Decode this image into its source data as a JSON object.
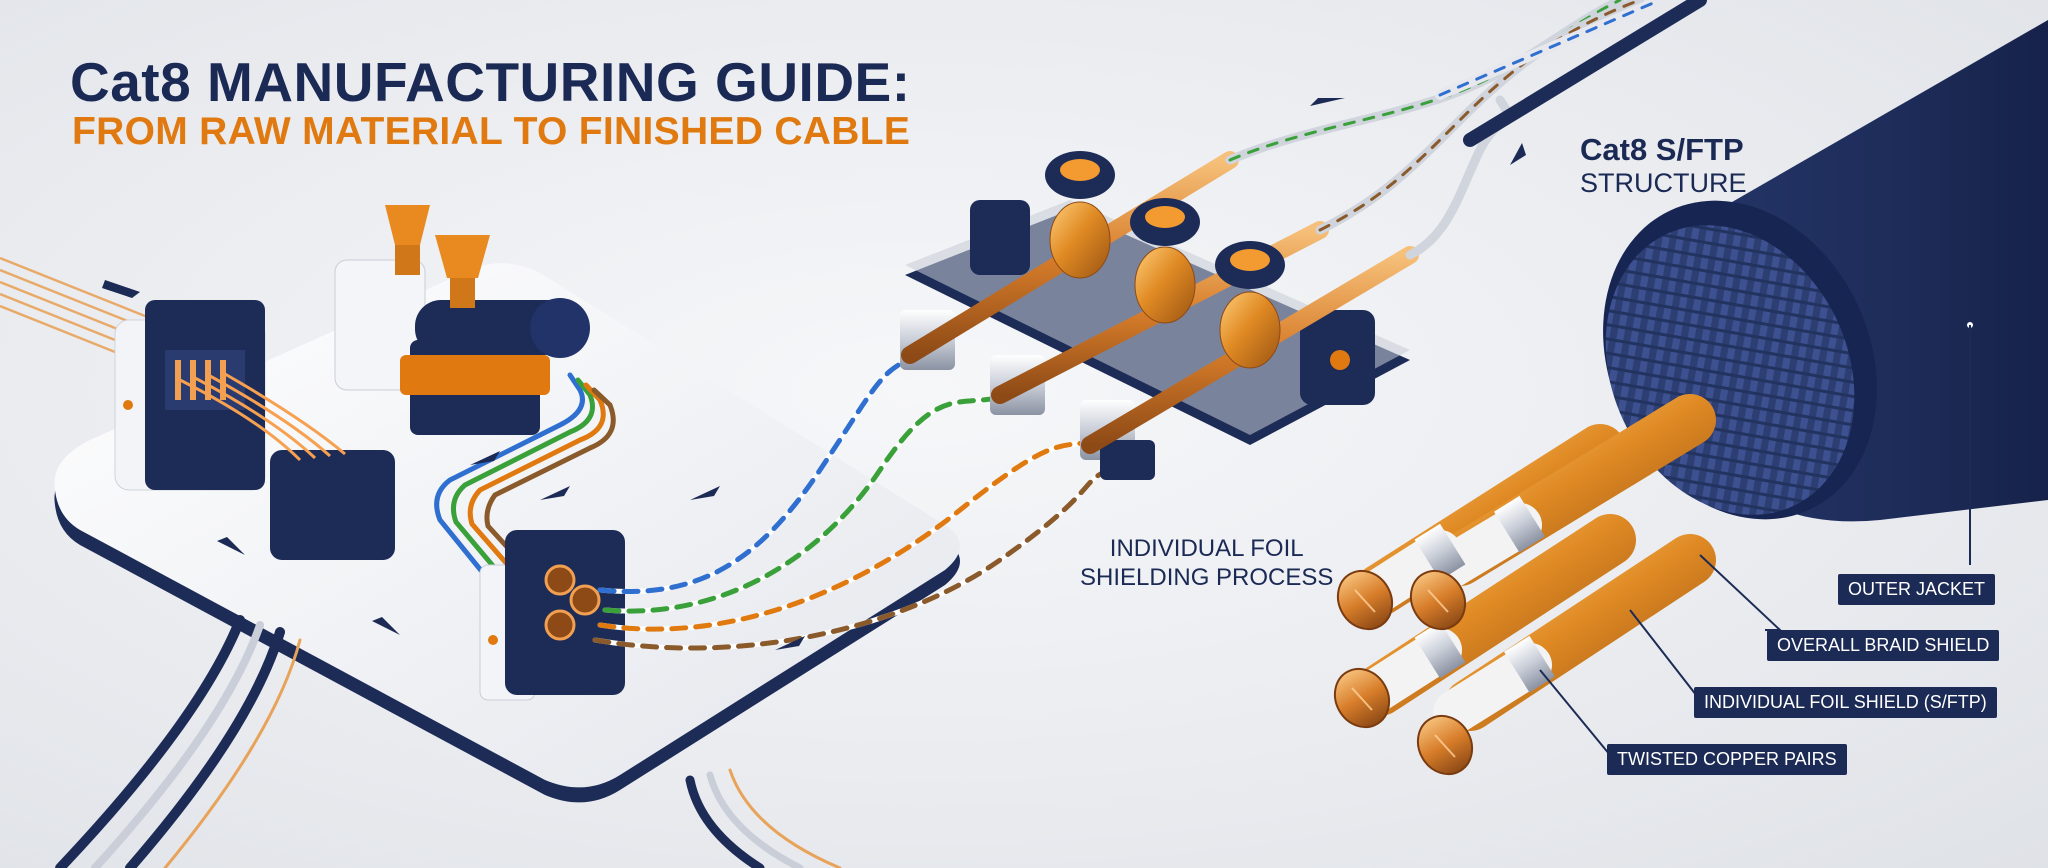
{
  "title": {
    "line1": "Cat8 MANUFACTURING GUIDE:",
    "line2": "FROM RAW MATERIAL TO FINISHED CABLE"
  },
  "structure_label": {
    "line1": "Cat8 S/FTP",
    "line2": "STRUCTURE"
  },
  "process_label": {
    "line1": "INDIVIDUAL FOIL",
    "line2": "SHIELDING PROCESS"
  },
  "callouts": {
    "outer_jacket": "OUTER JACKET",
    "braid_shield": "OVERALL BRAID SHIELD",
    "foil_shield": "INDIVIDUAL FOIL SHIELD (S/FTP)",
    "copper_pairs": "TWISTED COPPER PAIRS"
  },
  "colors": {
    "navy": "#1c2b55",
    "orange": "#e07a10",
    "copper": "#d8843a",
    "background": "#eceef2"
  }
}
